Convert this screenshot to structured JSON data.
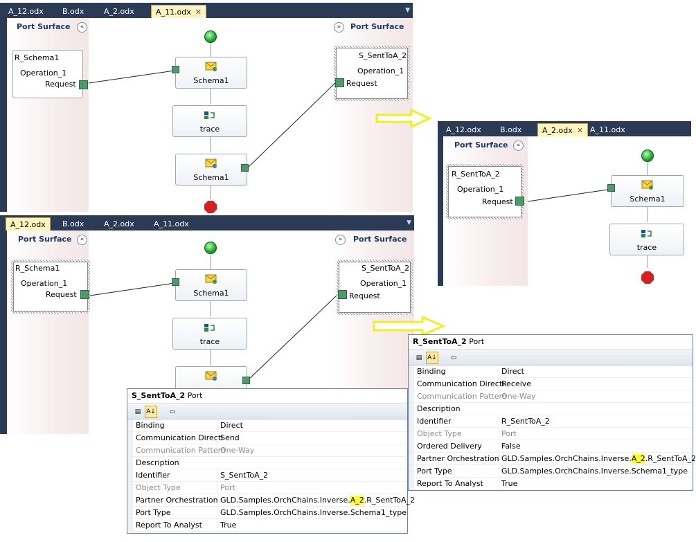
{
  "panel1": {
    "tabs": [
      "A_12.odx",
      "B.odx",
      "A_2.odx",
      "A_11.odx"
    ],
    "active_tab": "A_11.odx",
    "left_title": "Port Surface",
    "right_title": "Port Surface",
    "left_port": {
      "name": "R_Schema1",
      "op": "Operation_1",
      "req": "Request"
    },
    "right_port": {
      "name": "S_SentToA_2",
      "op": "Operation_1",
      "req": "Request"
    },
    "shapes": [
      "Schema1",
      "trace",
      "Schema1"
    ]
  },
  "panel2": {
    "tabs": [
      "A_12.odx",
      "B.odx",
      "A_2.odx",
      "A_11.odx"
    ],
    "active_tab": "A_2.odx",
    "left_title": "Port Surface",
    "left_port": {
      "name": "R_SentToA_2",
      "op": "Operation_1",
      "req": "Request"
    },
    "shapes": [
      "Schema1",
      "trace"
    ]
  },
  "panel3": {
    "tabs": [
      "A_12.odx",
      "B.odx",
      "A_2.odx",
      "A_11.odx"
    ],
    "active_tab": "A_12.odx",
    "left_title": "Port Surface",
    "right_title": "Port Surface",
    "left_port": {
      "name": "R_Schema1",
      "op": "Operation_1",
      "req": "Request"
    },
    "right_port": {
      "name": "S_SentToA_2",
      "op": "Operation_1",
      "req": "Request"
    },
    "shapes": [
      "Schema1",
      "trace"
    ]
  },
  "props_send": {
    "title_name": "S_SentToA_2",
    "title_suffix": "Port",
    "rows": [
      {
        "k": "Binding",
        "v": "Direct"
      },
      {
        "k": "Communication Directi",
        "v": "Send"
      },
      {
        "k": "Communication Pattern",
        "v": "One-Way",
        "dim": true
      },
      {
        "k": "Description",
        "v": ""
      },
      {
        "k": "Identifier",
        "v": "S_SentToA_2"
      },
      {
        "k": "Object Type",
        "v": "Port",
        "dim": true
      },
      {
        "k": "Partner Orchestration",
        "v_pre": "GLD.Samples.OrchChains.Inverse.",
        "v_hl": "A_2",
        "v_post": ".R_SentToA_2"
      },
      {
        "k": "Port Type",
        "v": "GLD.Samples.OrchChains.Inverse.Schema1_type"
      },
      {
        "k": "Report To Analyst",
        "v": "True"
      }
    ]
  },
  "props_receive": {
    "title_name": "R_SentToA_2",
    "title_suffix": "Port",
    "rows": [
      {
        "k": "Binding",
        "v": "Direct"
      },
      {
        "k": "Communication Directi",
        "v": "Receive"
      },
      {
        "k": "Communication Pattern",
        "v": "One-Way",
        "dim": true
      },
      {
        "k": "Description",
        "v": ""
      },
      {
        "k": "Identifier",
        "v": "R_SentToA_2"
      },
      {
        "k": "Object Type",
        "v": "Port",
        "dim": true
      },
      {
        "k": "Ordered Delivery",
        "v": "False"
      },
      {
        "k": "Partner Orchestration",
        "v_pre": "GLD.Samples.OrchChains.Inverse.",
        "v_hl": "A_2",
        "v_post": ".R_SentToA_2"
      },
      {
        "k": "Port Type",
        "v": "GLD.Samples.OrchChains.Inverse.Schema1_type"
      },
      {
        "k": "Report To Analyst",
        "v": "True"
      }
    ]
  },
  "colors": {
    "accent_arrow": "#ffff33",
    "tabbar": "#2b3a55",
    "connector": "#4f9a6a"
  },
  "icons": [
    "collapse-left-icon",
    "collapse-right-icon",
    "send-shape-icon",
    "receive-shape-icon",
    "expression-shape-icon",
    "start-icon",
    "stop-icon",
    "categorized-icon",
    "alphabetical-icon",
    "property-pages-icon"
  ]
}
